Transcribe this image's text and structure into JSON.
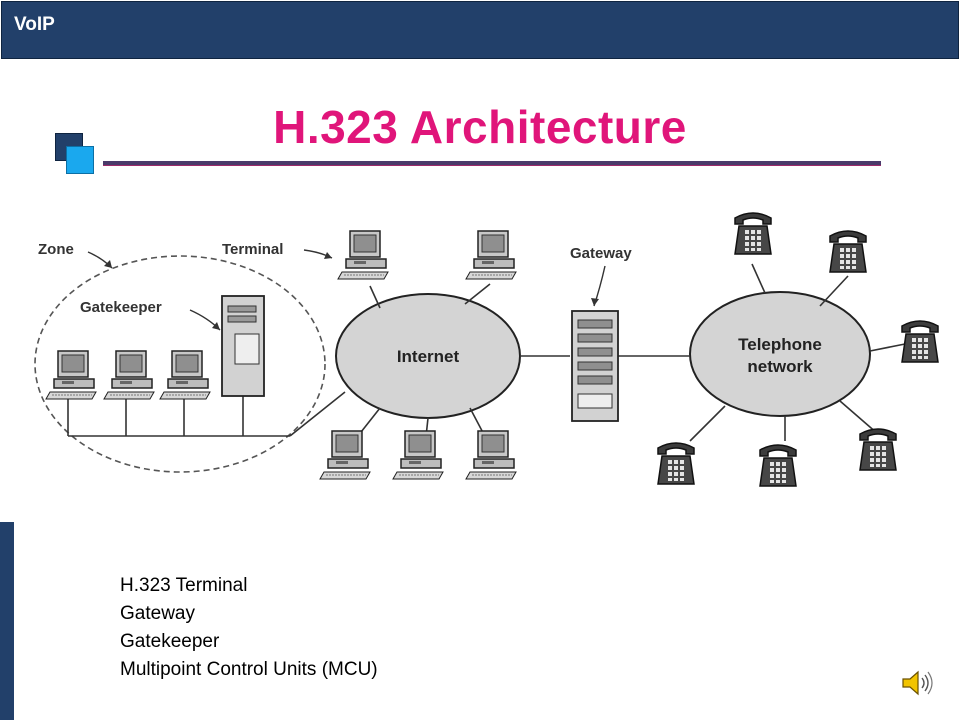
{
  "header": {
    "label": "VoIP"
  },
  "slide": {
    "title": "H.323 Architecture"
  },
  "diagram": {
    "labels": {
      "zone": "Zone",
      "terminal": "Terminal",
      "gatekeeper": "Gatekeeper",
      "gateway": "Gateway",
      "internet": "Internet",
      "telephone_1": "Telephone",
      "telephone_2": "network"
    }
  },
  "bullets": {
    "marker": "",
    "items": [
      {
        "text": "H.323 Terminal"
      },
      {
        "text": "Gateway"
      },
      {
        "text": "Gatekeeper"
      },
      {
        "text": "Multipoint Control Units (MCU)"
      }
    ]
  },
  "icons": {
    "speaker": "speaker-icon",
    "logo": "square-logo-icon"
  }
}
